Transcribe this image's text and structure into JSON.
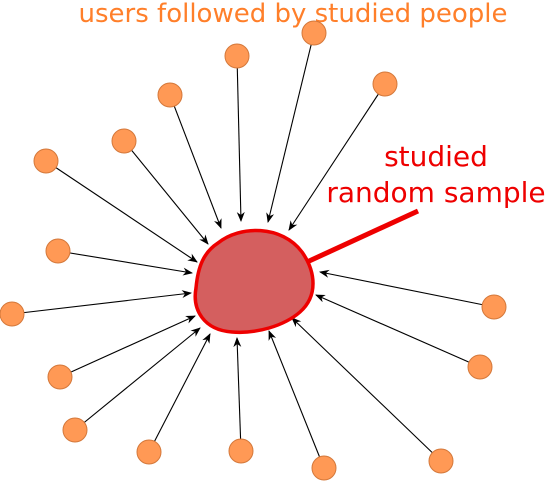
{
  "diagram": {
    "top_label": "users followed by studied people",
    "side_label_line1": "studied",
    "side_label_line2": "random sample"
  },
  "colors": {
    "node_fill": "#ff9955",
    "node_stroke": "#d4783a",
    "blob_fill": "#d45f5f",
    "blob_stroke": "#ee0000",
    "orange_text": "#ff7f2a",
    "red_text": "#ee0000",
    "arrow": "#000000"
  }
}
